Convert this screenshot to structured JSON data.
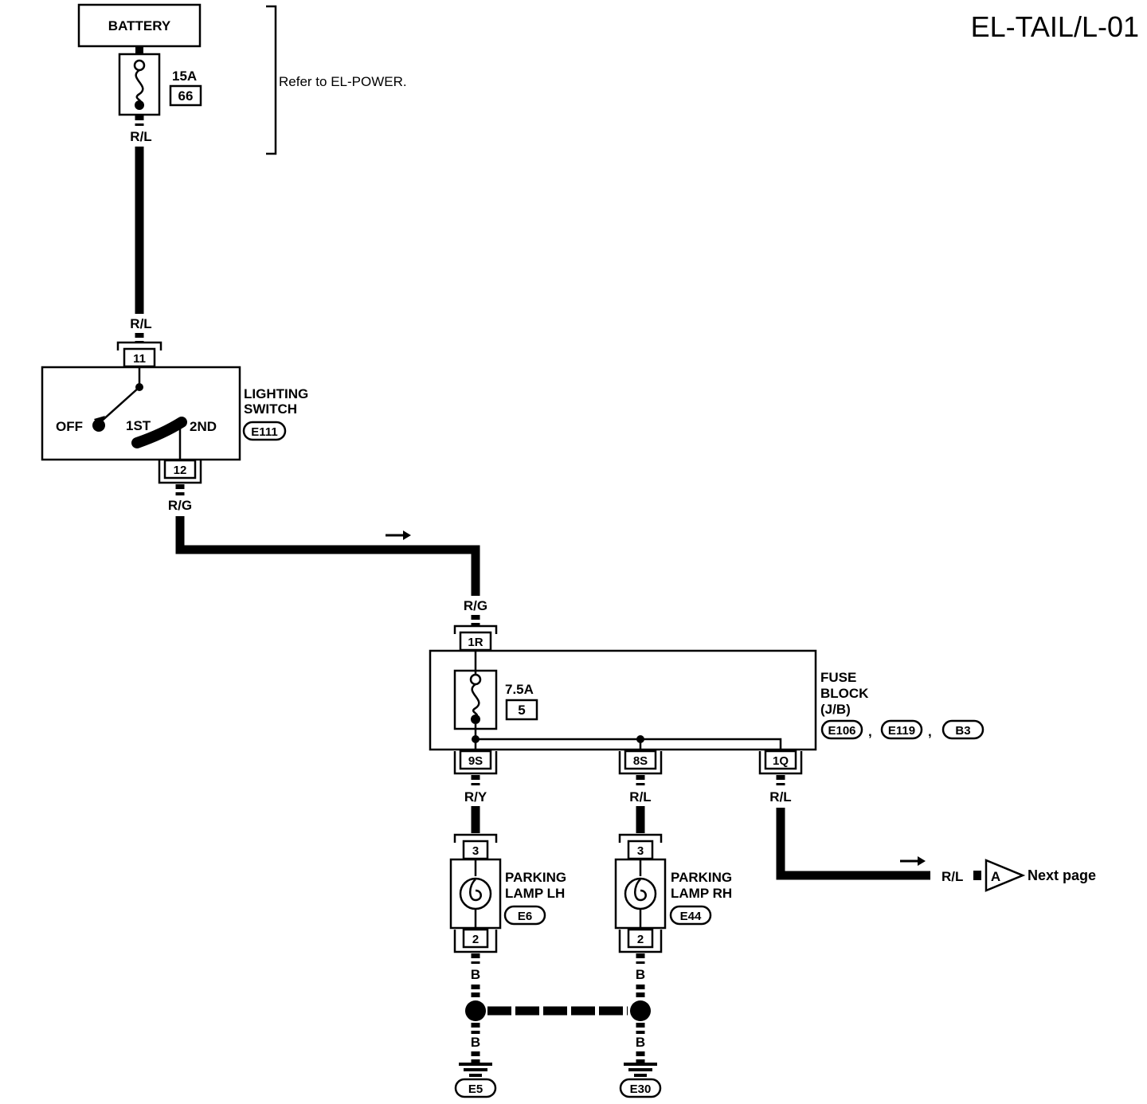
{
  "title": "EL-TAIL/L-01",
  "battery": {
    "label": "BATTERY"
  },
  "main_fuse": {
    "rating": "15A",
    "number": "66"
  },
  "refer_note": "Refer to EL-POWER.",
  "wires": {
    "battery_out": "R/L",
    "switch_in": "R/L",
    "switch_out": "R/G",
    "fuse_block_in": "R/G",
    "lh_feed": "R/Y",
    "rh_feed": "R/L",
    "next_feed": "R/L",
    "next_page_wire": "R/L",
    "lh_ground_upper": "B",
    "lh_ground_lower": "B",
    "rh_ground_upper": "B",
    "rh_ground_lower": "B"
  },
  "lighting_switch": {
    "label_line1": "LIGHTING",
    "label_line2": "SWITCH",
    "connector": "E111",
    "pin_in": "11",
    "pin_out": "12",
    "pos_off": "OFF",
    "pos_1st": "1ST",
    "pos_2nd": "2ND"
  },
  "fuse_block": {
    "label_line1": "FUSE",
    "label_line2": "BLOCK",
    "label_line3": "(J/B)",
    "connectors": [
      "E106",
      "E119",
      "B3"
    ],
    "fuse_rating": "7.5A",
    "fuse_number": "5",
    "pin_in": "1R",
    "pin_lh": "9S",
    "pin_rh": "8S",
    "pin_next": "1Q"
  },
  "parking_lamp_lh": {
    "label_line1": "PARKING",
    "label_line2": "LAMP LH",
    "connector": "E6",
    "pin_top": "3",
    "pin_bottom": "2"
  },
  "parking_lamp_rh": {
    "label_line1": "PARKING",
    "label_line2": "LAMP RH",
    "connector": "E44",
    "pin_top": "3",
    "pin_bottom": "2"
  },
  "grounds": {
    "left": "E5",
    "right": "E30"
  },
  "next_page": {
    "connector_letter": "A",
    "label": "Next page"
  }
}
